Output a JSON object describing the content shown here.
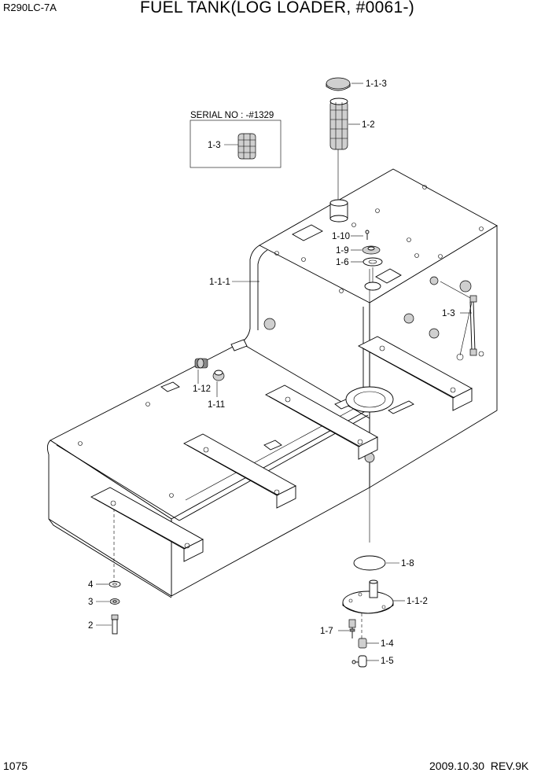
{
  "header": {
    "model": "R290LC-7A",
    "title": "FUEL TANK(LOG LOADER, #0061-)"
  },
  "footer": {
    "page_number": "1075",
    "revision": "2009.10.30  REV.9K"
  },
  "serial_box": {
    "label": "SERIAL NO : -#1329",
    "part": "1-3"
  },
  "callouts": {
    "c_1_1_3": "1-1-3",
    "c_1_2": "1-2",
    "c_1_10": "1-10",
    "c_1_9": "1-9",
    "c_1_6": "1-6",
    "c_1_1_1": "1-1-1",
    "c_1_3": "1-3",
    "c_1_12": "1-12",
    "c_1_11": "1-11",
    "c_1_8": "1-8",
    "c_1_1_2": "1-1-2",
    "c_1_7": "1-7",
    "c_1_4": "1-4",
    "c_1_5": "1-5",
    "c_4": "4",
    "c_3": "3",
    "c_2": "2"
  }
}
